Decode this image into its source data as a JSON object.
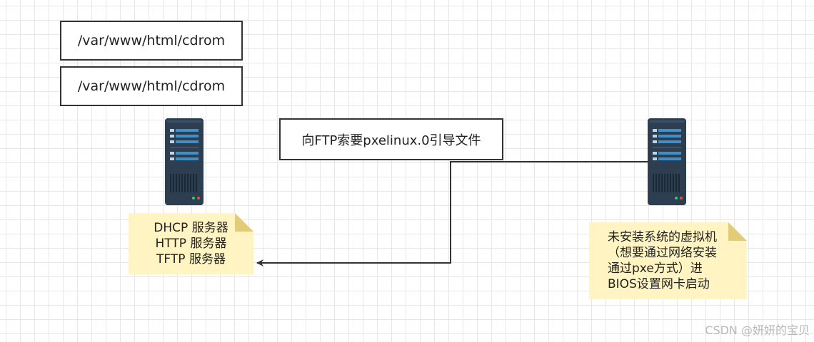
{
  "paths": [
    "/var/www/html/cdrom",
    "/var/www/html/cdrom"
  ],
  "request_label": "向FTP索要pxelinux.0引导文件",
  "server_note": {
    "lines": [
      "DHCP 服务器",
      "HTTP 服务器",
      "TFTP  服务器"
    ]
  },
  "vm_note": {
    "lines": [
      "未安装系统的虚拟机",
      "（想要通过网络安装",
      "通过pxe方式）进",
      "BIOS设置网卡启动"
    ]
  },
  "watermark": "CSDN @妍妍的宝贝",
  "colors": {
    "server_body": "#2c3e50",
    "server_accent": "#3f8fc9",
    "note_fill": "#fff4c2",
    "line": "#333333"
  },
  "icons": [
    "server-icon",
    "server-icon"
  ]
}
